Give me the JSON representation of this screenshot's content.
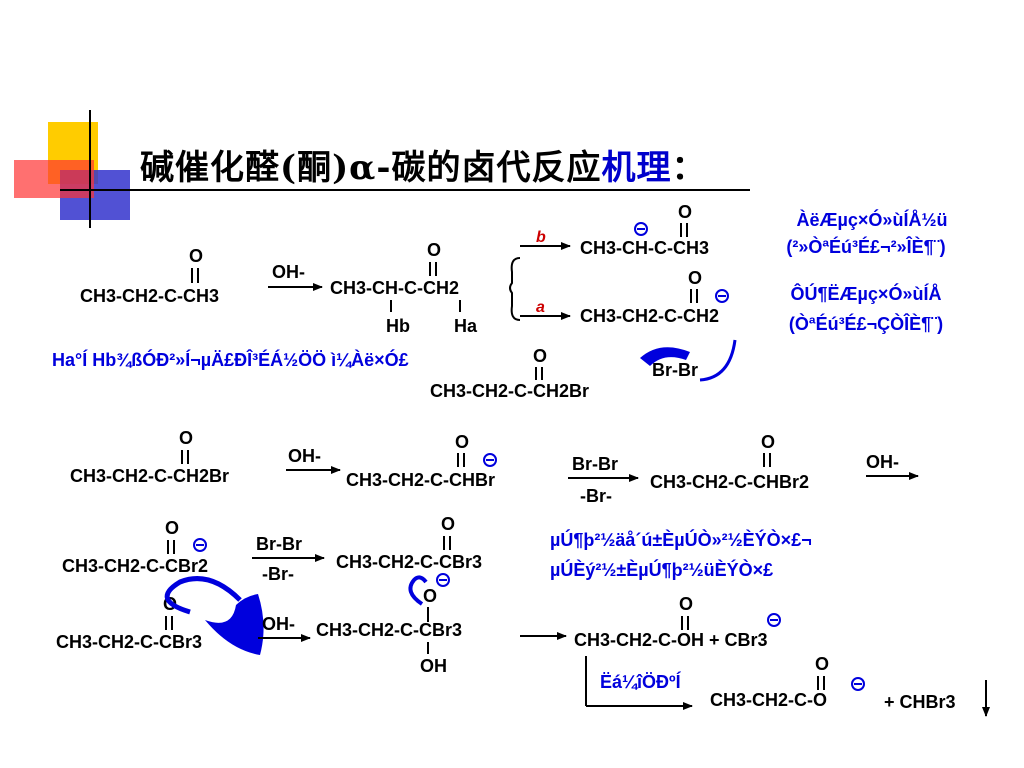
{
  "title": {
    "main": "碱催化醛(酮)α-碳的卤代反应",
    "highlight": "机理",
    "colon": "："
  },
  "colors": {
    "text": "#000000",
    "accent_blue": "#0000dd",
    "label_red": "#cc0000",
    "deco_yellow": "#ffcc00",
    "deco_red": "#ff3333",
    "deco_blue": "#3333cc"
  },
  "icons": [
    "curved-electron-arrow-icon",
    "reaction-arrow-icon",
    "negative-charge-icon"
  ],
  "row1": {
    "reactant": "CH3-CH2-C-CH3",
    "reagent": "OH-",
    "intermediate": "CH3-CH-C-CH2",
    "hb": "Hb",
    "ha": "Ha",
    "path_b": "b",
    "path_a": "a",
    "product_b": "CH3-CH-C-CH3",
    "product_a": "CH3-CH2-C-CH2",
    "note_b_line1": "ÀëÆµç×Ó»ùÍÅ½ü",
    "note_b_line2": "(²»ÒªÉú³É£¬²»ÎÈ¶¨)",
    "note_a_line1": "ÔÚ¶ËÆµç×Ó»ùÍÅ",
    "note_a_line2": "(ÒªÉú³É£¬ÇÒÎÈ¶¨)",
    "acidity_note": "Ha°Í Hb¾ßÓÐ²»Í¬µÄ£­ÐÎ³ÉÁ½ÖÖ ì¼Àë×Ó£",
    "bromine": "Br-Br",
    "bromo_product": "CH3-CH2-C-CH2Br"
  },
  "row2": {
    "reactant": "CH3-CH2-C-CH2Br",
    "reagent": "OH-",
    "carbanion": "CH3-CH2-C-CHBr",
    "bromine": "Br-Br",
    "leaving": "-Br-",
    "product": "CH3-CH2-C-CHBr2",
    "reagent2": "OH-"
  },
  "row3": {
    "carbanion": "CH3-CH2-C-CBr2",
    "bromine": "Br-Br",
    "leaving": "-Br-",
    "product": "CH3-CH2-C-CBr3",
    "note_line1": "µÚ¶þ²½äå´ú±ÈµÚÒ»²½ÈÝÒ×£¬",
    "note_line2": "µÚÈý²½±ÈµÚ¶þ²½üÈÝÒ×£"
  },
  "row4": {
    "reactant": "CH3-CH2-C-CBr3",
    "reagent": "OH-",
    "adduct": "CH3-CH2-C-CBr3",
    "adduct_oh": "OH",
    "cleavage": "CH3-CH2-C-OH + CBr3",
    "transfer_label": "Ëá¼îÖÐºÍ",
    "final": "CH3-CH2-C-O",
    "final_plus": "+ CHBr3"
  }
}
